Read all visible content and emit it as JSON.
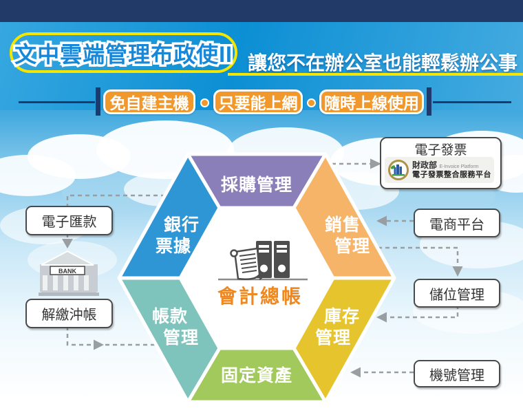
{
  "header": {
    "title": "文中雲端管理布政使II",
    "headline": "讓您不在辦公室也能輕鬆辦公事",
    "pills": [
      "免自建主機",
      "只要能上網",
      "隨時上線使用"
    ]
  },
  "hexagon": {
    "center_label": "會計總帳",
    "segments": [
      {
        "name": "採購管理",
        "color": "#8a7fb8"
      },
      {
        "name": "銷售管理",
        "line1": "銷售",
        "line2": "管理",
        "color": "#f6b469"
      },
      {
        "name": "庫存管理",
        "line1": "庫存",
        "line2": "管理",
        "color": "#e5c42e"
      },
      {
        "name": "固定資產",
        "color": "#a1c95b"
      },
      {
        "name": "帳款管理",
        "line1": "帳款",
        "line2": "管理",
        "color": "#7ec3bc"
      },
      {
        "name": "銀行票據",
        "line1": "銀行",
        "line2": "票據",
        "color": "#2e96d5"
      }
    ]
  },
  "callouts": {
    "einvoice": {
      "title": "電子發票",
      "ministry": "財政部",
      "platform_en": "E-Invoice Platform",
      "platform_zh": "電子發票整合服務平台"
    },
    "ecommerce": "電商平台",
    "storage": "儲位管理",
    "machine": "機號管理",
    "remittance": "電子匯款",
    "settlement": "解繳沖帳",
    "bank_sign": "BANK"
  },
  "colors": {
    "top_bar": "#223a68",
    "header_blue": "#0c8fd4",
    "pill_orange": "#f0982b",
    "accent_yellow": "#f4e600",
    "center_text_orange": "#ee8822",
    "connector_gray": "#999ea1"
  }
}
